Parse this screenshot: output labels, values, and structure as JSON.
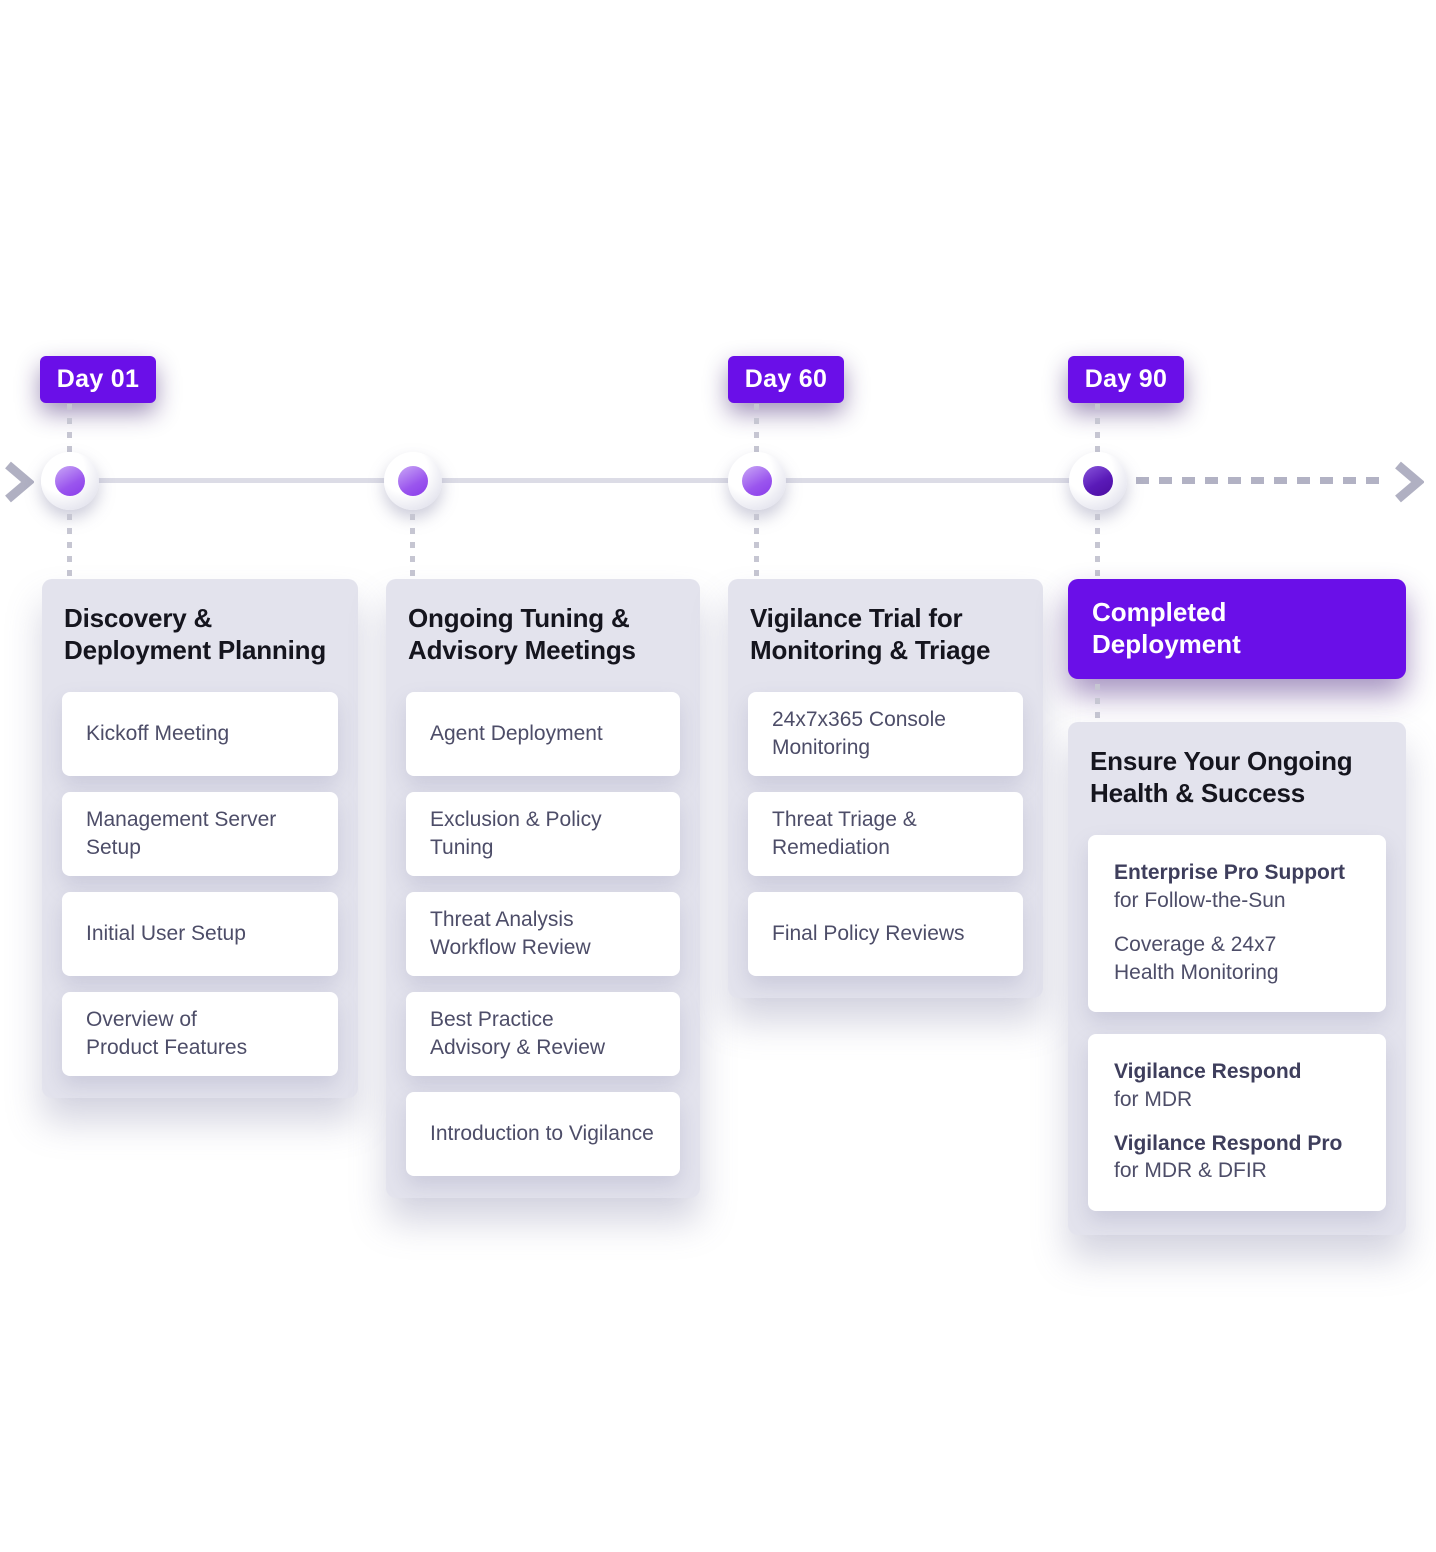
{
  "timeline": {
    "badges": [
      {
        "label": "Day 01"
      },
      {
        "label": "Day 60"
      },
      {
        "label": "Day 90"
      }
    ],
    "milestone_count": 4,
    "colors": {
      "accent_purple": "#6a0fe8",
      "card_bg": "#e3e3ed",
      "item_text": "#4d4d68",
      "solid_line": "#dcdce6",
      "dashed_line": "#b2b2c4",
      "dot_purple_light": "#9a55ee",
      "dot_purple_dark": "#5a1ab8"
    }
  },
  "columns": [
    {
      "title": "Discovery &\nDeployment Planning",
      "items": [
        "Kickoff Meeting",
        "Management Server Setup",
        "Initial User Setup",
        "Overview of\nProduct Features"
      ]
    },
    {
      "title": "Ongoing Tuning &\nAdvisory Meetings",
      "items": [
        "Agent Deployment",
        "Exclusion & Policy Tuning",
        "Threat Analysis\nWorkflow Review",
        "Best Practice\nAdvisory & Review",
        "Introduction to Vigilance"
      ]
    },
    {
      "title": "Vigilance Trial for\nMonitoring & Triage",
      "items": [
        "24x7x365 Console\nMonitoring",
        "Threat Triage &\nRemediation",
        "Final Policy Reviews"
      ]
    },
    {
      "completed_title": "Completed\nDeployment",
      "title": "Ensure Your Ongoing\nHealth & Success",
      "groups": [
        {
          "entries": [
            {
              "title": "Enterprise Pro Support",
              "text": "for Follow-the-Sun"
            },
            {
              "text": "Coverage & 24x7\nHealth Monitoring"
            }
          ]
        },
        {
          "entries": [
            {
              "title": "Vigilance Respond",
              "text": "for MDR"
            },
            {
              "title": "Vigilance Respond Pro",
              "text": "for MDR & DFIR"
            }
          ]
        }
      ]
    }
  ]
}
